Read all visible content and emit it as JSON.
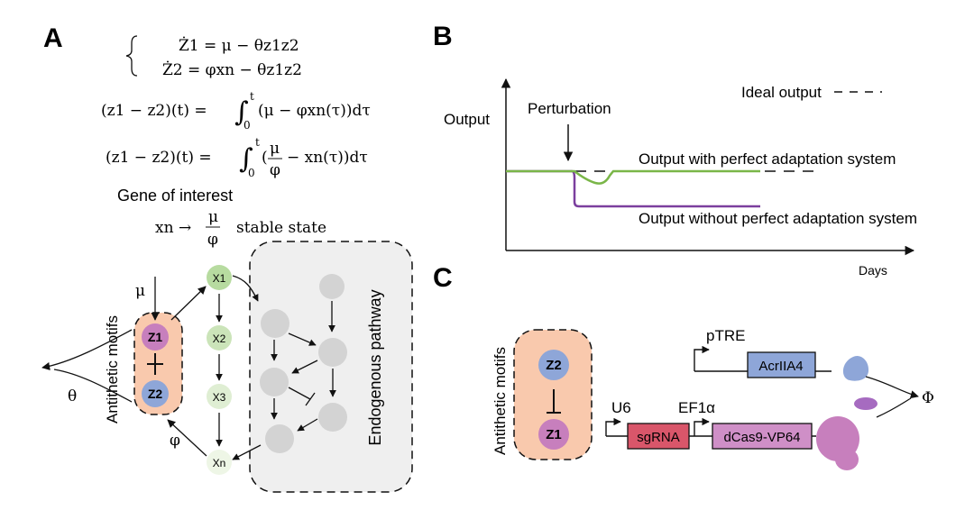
{
  "panels": {
    "a": "A",
    "b": "B",
    "c": "C"
  },
  "equations": {
    "system_z1": "Ż1 = μ − θz1z2",
    "system_z2": "Ż2 = φxn − θz1z2",
    "integral1_lhs": "(z1 − z2)(t) = ",
    "integral1_upper": "t",
    "integral1_lower": "0",
    "integral1_body": "(μ − φxn(τ))dτ",
    "integral2_lhs": "(z1 − z2)(t) = ",
    "integral2_upper": "t",
    "integral2_lower": "0",
    "integral2_pre": "(",
    "integral2_frac_num": "μ",
    "integral2_frac_den": "φ",
    "integral2_post": "− xn(τ))dτ",
    "gene_of_interest": "Gene of interest",
    "steady_lhs": "xn →",
    "steady_frac_num": "μ",
    "steady_frac_den": "φ",
    "steady_rhs": "stable state"
  },
  "network": {
    "mu": "μ",
    "theta": "θ",
    "phi": "φ",
    "antithetic_label": "Antithetic motifs",
    "z1": "Z1",
    "z2": "Z2",
    "nodes": [
      "X1",
      "X2",
      "X3",
      "Xn"
    ],
    "endogenous_label": "Endogenous pathway"
  },
  "plot": {
    "ylabel": "Output",
    "xlabel": "Days",
    "perturbation": "Perturbation",
    "legend_ideal": "Ideal output",
    "label_with": "Output with perfect adaptation system",
    "label_without": "Output without perfect adaptation system",
    "colors": {
      "with": "#7ab648",
      "without": "#7b3f9e",
      "ideal": "#111111"
    }
  },
  "circuit": {
    "antithetic_label": "Antithetic motifs",
    "z2": "Z2",
    "z1": "Z1",
    "promoter_ptre": "pTRE",
    "gene_acr": "AcrIIA4",
    "promoter_u6": "U6",
    "promoter_ef1a": "EF1α",
    "gene_sgrna": "sgRNA",
    "gene_dcas9": "dCas9-VP64",
    "phi": "Φ"
  },
  "colors": {
    "motif_box": "#f9c9ad",
    "z1_fill": "#c77fbd",
    "z2_fill": "#8ea6d8",
    "node_x1": "#b7dba0",
    "node_x2": "#cbe4b9",
    "node_x3": "#dfeed3",
    "node_xn": "#eef6e6",
    "pathway_bg": "#efefef",
    "pathway_node": "#d3d3d3",
    "acr_box": "#8ea6d8",
    "sgrna_box": "#d9566a",
    "dcas9_box": "#cf8fc7",
    "acr_protein": "#8ea6d8",
    "dcas9_protein": "#c77fbd",
    "vp64": "#a66bc0"
  }
}
